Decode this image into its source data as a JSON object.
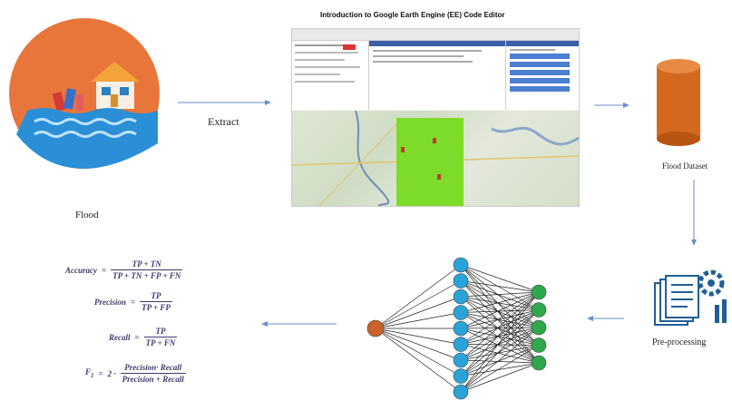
{
  "flood_label": "Flood",
  "extract_label": "Extract",
  "ee_title": "Introduction to Google Earth Engine (EE) Code Editor",
  "dataset_label": "Flood Dataset",
  "preprocessing_label": "Pre-processing",
  "formulas": {
    "accuracy": {
      "name": "Accuracy",
      "num": "TP + TN",
      "den": "TP + TN + FP + FN"
    },
    "precision": {
      "name": "Precision",
      "num": "TP",
      "den": "TP + FP"
    },
    "recall": {
      "name": "Recall",
      "num": "TP",
      "den": "TP + FN"
    },
    "f1": {
      "name": "F",
      "sub": "1",
      "coef": "2 ·",
      "num": "Precision· Recall",
      "den": "Precision + Recall"
    }
  },
  "equals": "=",
  "colors": {
    "flood_circle": "#e8763a",
    "cylinder": "#d3691f",
    "arrow": "#6b8ec9",
    "input_node": "#2aa4d8",
    "output_node": "#2ea84a",
    "single_node": "#c9622c",
    "gear": "#1f5f97"
  }
}
